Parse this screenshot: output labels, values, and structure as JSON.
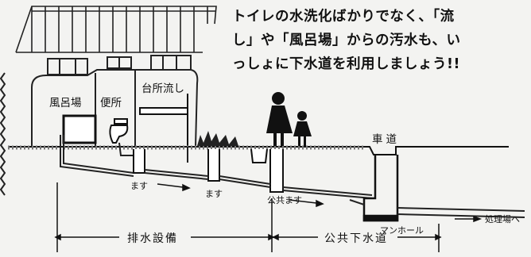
{
  "caption": {
    "line1": "トイレの水洗化ばかりでなく、「流",
    "line2": "し」や「風呂場」からの汚水も、い",
    "line3": "っしょに下水道を利用しましょう!!"
  },
  "rooms": {
    "bath": "風呂場",
    "toilet": "便所",
    "kitchen": "台所流し"
  },
  "labels": {
    "road": "車道",
    "masu1": "ます",
    "masu2": "ます",
    "public_masu": "公共ます",
    "manhole": "マンホール",
    "treatment": "処理場へ",
    "drainage_facility": "排水設備",
    "public_sewer": "公共下水道"
  }
}
